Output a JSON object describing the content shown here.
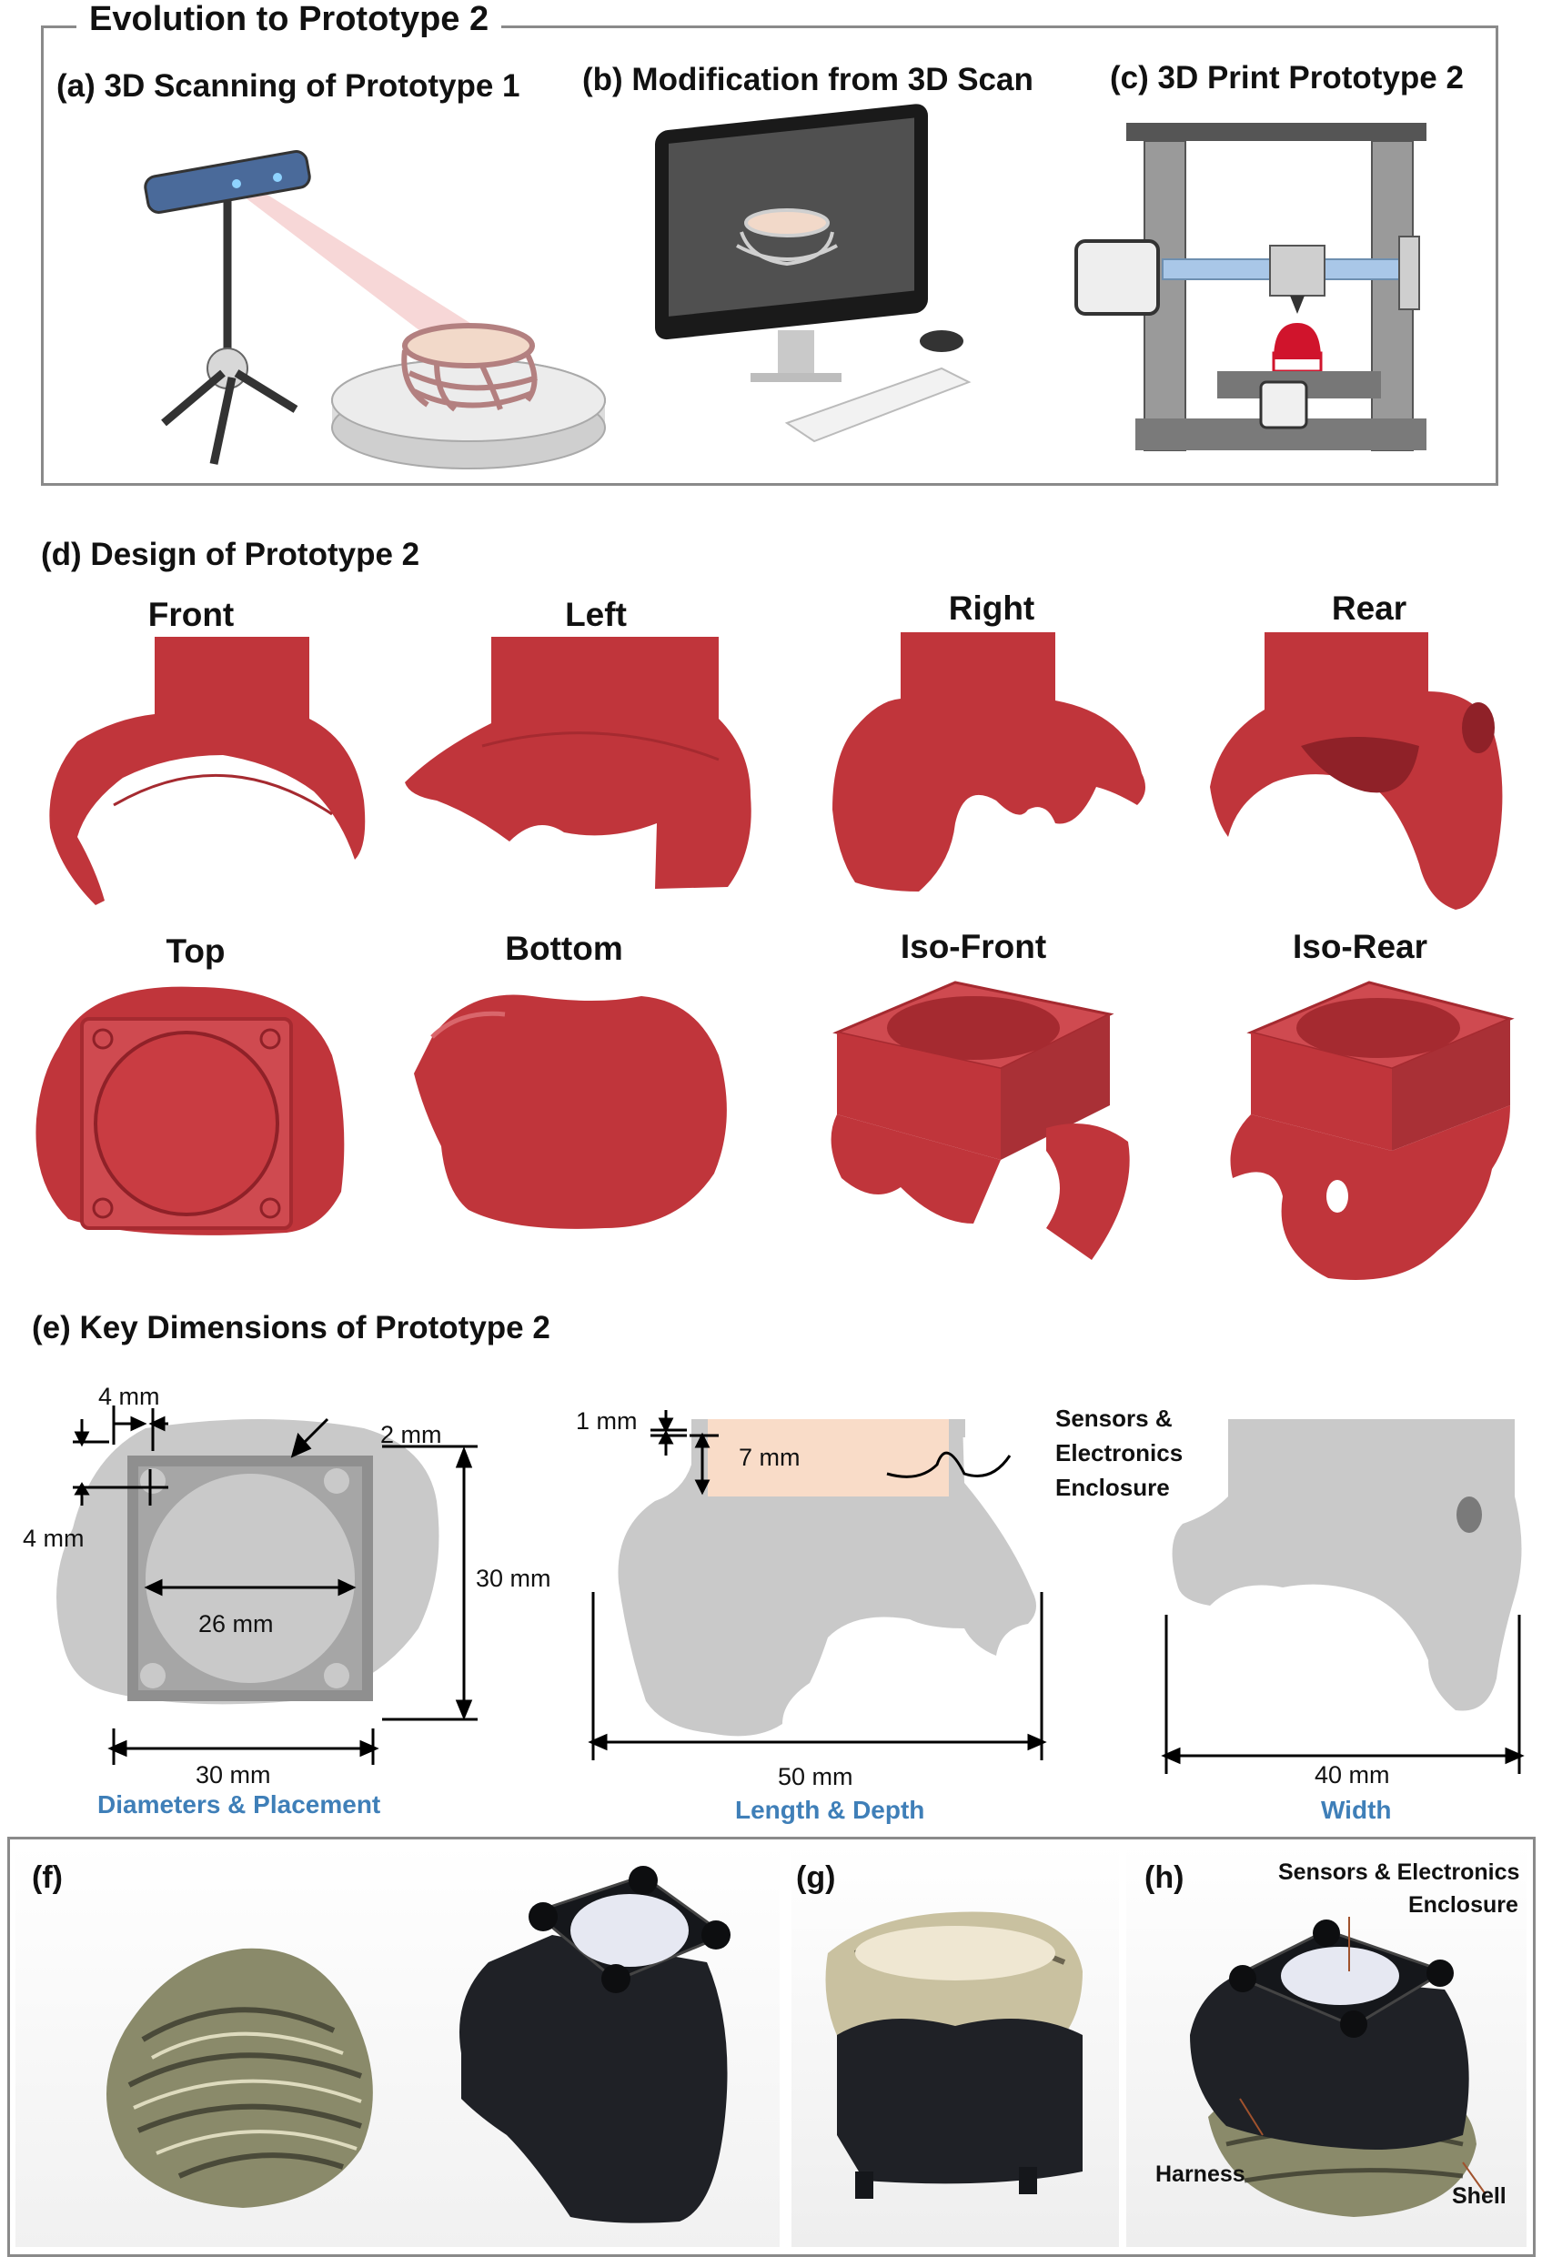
{
  "evolution": {
    "title": "Evolution to Prototype 2",
    "panel_a": "(a) 3D Scanning of Prototype 1",
    "panel_b": "(b) Modification from 3D Scan",
    "panel_c": "(c) 3D Print Prototype 2"
  },
  "design": {
    "title": "(d) Design of Prototype 2",
    "views": [
      "Front",
      "Left",
      "Right",
      "Rear",
      "Top",
      "Bottom",
      "Iso-Front",
      "Iso-Rear"
    ]
  },
  "dimensions": {
    "title": "(e) Key Dimensions of Prototype 2",
    "dims": {
      "four_mm_top": "4 mm",
      "four_mm_left": "4 mm",
      "two_mm": "2 mm",
      "twentysix_mm": "26 mm",
      "thirty_mm_v": "30 mm",
      "thirty_mm_h": "30 mm",
      "one_mm": "1 mm",
      "seven_mm": "7 mm",
      "fifty_mm": "50 mm",
      "forty_mm": "40 mm"
    },
    "enclosure_label": "Sensors & Electronics Enclosure",
    "captions": [
      "Diameters & Placement",
      "Length & Depth",
      "Width"
    ]
  },
  "photos": {
    "f": "(f)",
    "g": "(g)",
    "h": "(h)",
    "annotations": {
      "enclosure_line1": "Sensors & Electronics",
      "enclosure_line2": "Enclosure",
      "harness": "Harness",
      "shell": "Shell"
    }
  },
  "colors": {
    "model_red": "#c0353b",
    "dim_gray": "#bdbdbd",
    "caption_blue": "#3f7fb8",
    "enclosure_fill": "#f9dcc8",
    "frame_gray": "#8a8a8a"
  }
}
